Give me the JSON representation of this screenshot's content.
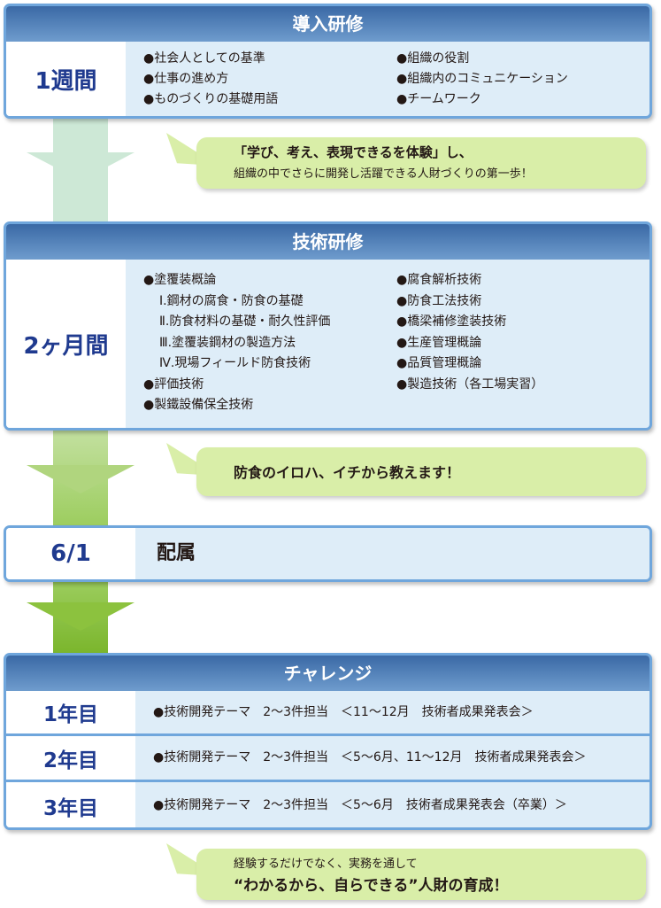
{
  "intro": {
    "title": "導入研修",
    "period": "1週間",
    "col1": [
      "●社会人としての基準",
      "●仕事の進め方",
      "●ものづくりの基礎用語"
    ],
    "col2": [
      "●組織の役割",
      "●組織内のコミュニケーション",
      "●チームワーク"
    ]
  },
  "bubble1": {
    "line1": "「学び、考え、表現できるを体験」し、",
    "line2": "組織の中でさらに開発し活躍できる人財づくりの第一歩！"
  },
  "tech": {
    "title": "技術研修",
    "period": "2ヶ月間",
    "col1": [
      "●塗覆装概論",
      "Ⅰ.鋼材の腐食・防食の基礎",
      "Ⅱ.防食材料の基礎・耐久性評価",
      "Ⅲ.塗覆装鋼材の製造方法",
      "Ⅳ.現場フィールド防食技術",
      "●評価技術",
      "●製鐵設備保全技術"
    ],
    "col2": [
      "●腐食解析技術",
      "●防食工法技術",
      "●橋梁補修塗装技術",
      "●生産管理概論",
      "●品質管理概論",
      "●製造技術（各工場実習）"
    ]
  },
  "bubble2": {
    "line1": "防食のイロハ、イチから教えます！"
  },
  "assign": {
    "date": "6/1",
    "label": "配属"
  },
  "challenge": {
    "title": "チャレンジ",
    "rows": [
      {
        "year": "1年目",
        "text": "●技術開発テーマ　2〜3件担当　＜11〜12月　技術者成果発表会＞"
      },
      {
        "year": "2年目",
        "text": "●技術開発テーマ　2〜3件担当　＜5〜6月、11〜12月　技術者成果発表会＞"
      },
      {
        "year": "3年目",
        "text": "●技術開発テーマ　2〜3件担当　＜5〜6月　技術者成果発表会（卒業）＞"
      }
    ]
  },
  "bubble3": {
    "line1": "経験するだけでなく、実務を通して",
    "line2": "“わかるから、自らできる”人財の育成！"
  }
}
